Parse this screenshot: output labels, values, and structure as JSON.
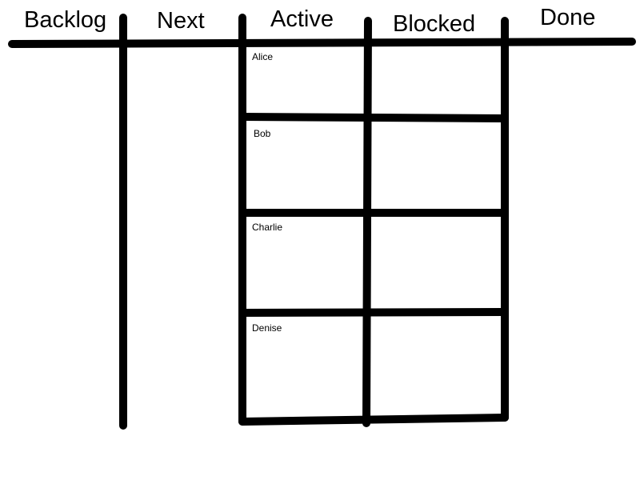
{
  "board": {
    "columns": [
      {
        "label": "Backlog"
      },
      {
        "label": "Next"
      },
      {
        "label": "Active"
      },
      {
        "label": "Blocked"
      },
      {
        "label": "Done"
      }
    ],
    "rows": [
      {
        "label": "Alice"
      },
      {
        "label": "Bob"
      },
      {
        "label": "Charlie"
      },
      {
        "label": "Denise"
      }
    ]
  },
  "colors": {
    "ink": "#000000",
    "background": "#ffffff"
  }
}
